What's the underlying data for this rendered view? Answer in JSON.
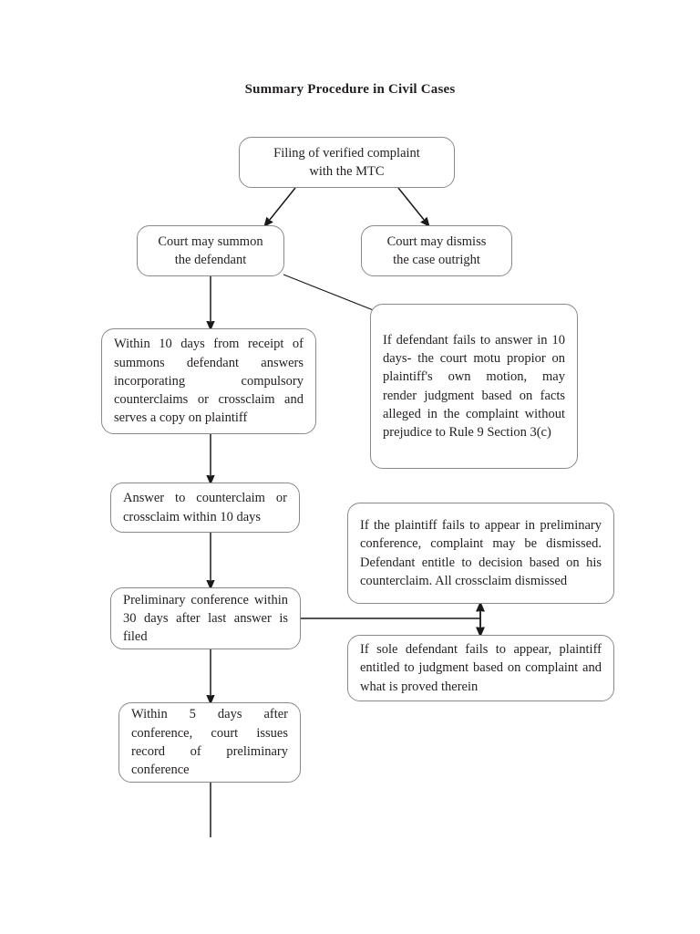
{
  "document": {
    "title": "Summary Procedure in Civil Cases"
  },
  "flowchart": {
    "type": "flowchart",
    "orientation": "top-down",
    "nodes": [
      {
        "id": "filing",
        "text": "Filing of verified complaint\nwith the MTC",
        "align": "center"
      },
      {
        "id": "summon",
        "text": "Court may summon\nthe defendant",
        "align": "center"
      },
      {
        "id": "dismiss",
        "text": "Court may dismiss\nthe case outright",
        "align": "center"
      },
      {
        "id": "answer-10-days",
        "text": "Within 10 days from receipt of summons defendant answers incorporating compulsory counterclaims or crossclaim and serves a copy on plaintiff",
        "align": "justify"
      },
      {
        "id": "fails-to-answer",
        "text": "If defendant fails to answer in 10 days- the court motu propior on plaintiff's own motion, may render judgment based on facts alleged in the complaint without prejudice to Rule 9 Section 3(c)",
        "align": "justify"
      },
      {
        "id": "answer-counterclaim",
        "text": "Answer to counterclaim or crossclaim within 10 days",
        "align": "justify"
      },
      {
        "id": "plaintiff-fails-appear",
        "text": "If the plaintiff fails to appear in preliminary conference, complaint may be dismissed. Defendant entitle to decision based on his counterclaim. All crossclaim dismissed",
        "align": "justify"
      },
      {
        "id": "preliminary-conference",
        "text": "Preliminary conference within 30 days after last answer is filed",
        "align": "justify"
      },
      {
        "id": "sole-defendant-fails",
        "text": "If sole defendant fails to appear, plaintiff entitled to judgment based on complaint and what is proved therein",
        "align": "justify"
      },
      {
        "id": "record-5-days",
        "text": "Within 5 days after conference, court issues record of preliminary conference",
        "align": "justify"
      }
    ],
    "edges": [
      {
        "from": "filing",
        "to": "summon",
        "style": "arrow-diagonal"
      },
      {
        "from": "filing",
        "to": "dismiss",
        "style": "arrow-diagonal"
      },
      {
        "from": "summon",
        "to": "fails-to-answer",
        "style": "plain-diagonal"
      },
      {
        "from": "summon",
        "to": "answer-10-days",
        "style": "arrow-down"
      },
      {
        "from": "answer-10-days",
        "to": "answer-counterclaim",
        "style": "arrow-down"
      },
      {
        "from": "answer-counterclaim",
        "to": "preliminary-conference",
        "style": "arrow-down"
      },
      {
        "from": "preliminary-conference",
        "to": "plaintiff-fails-appear",
        "style": "elbow-double-arrow"
      },
      {
        "from": "preliminary-conference",
        "to": "sole-defendant-fails",
        "style": "elbow-double-arrow"
      },
      {
        "from": "preliminary-conference",
        "to": "record-5-days",
        "style": "arrow-down"
      },
      {
        "from": "record-5-days",
        "to": null,
        "style": "tail-line"
      }
    ]
  },
  "colors": {
    "node_border": "#8a8a8a",
    "connector": "#1a1a1a",
    "text": "#231f20",
    "background": "#ffffff"
  }
}
